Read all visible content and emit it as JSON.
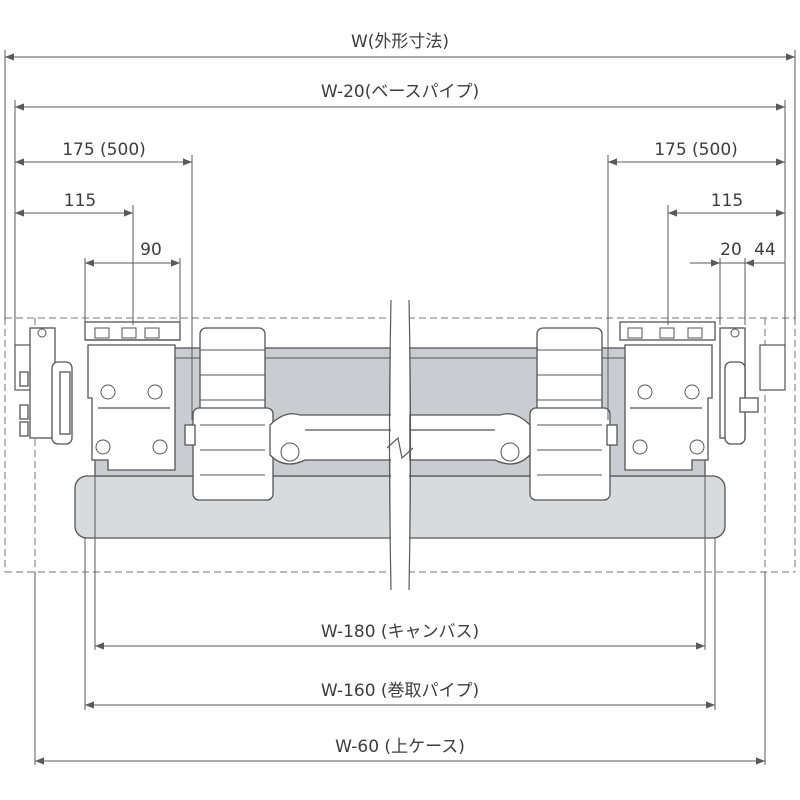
{
  "dimensions": {
    "w_total": "W(外形寸法)",
    "w_base_pipe": "W-20(ベースパイプ)",
    "left_175": "175 (500)",
    "left_115": "115",
    "left_90": "90",
    "right_175": "175 (500)",
    "right_115": "115",
    "right_20": "20",
    "right_44": "44",
    "w_canvas": "W-180 (キャンバス)",
    "w_roll_pipe": "W-160 (巻取パイプ)",
    "w_upper_case": "W-60 (上ケース)"
  },
  "colors": {
    "line": "#5a5a5a",
    "text": "#3d3d3d",
    "body_fill": "#c9cdd1",
    "part_stroke": "#555555"
  }
}
